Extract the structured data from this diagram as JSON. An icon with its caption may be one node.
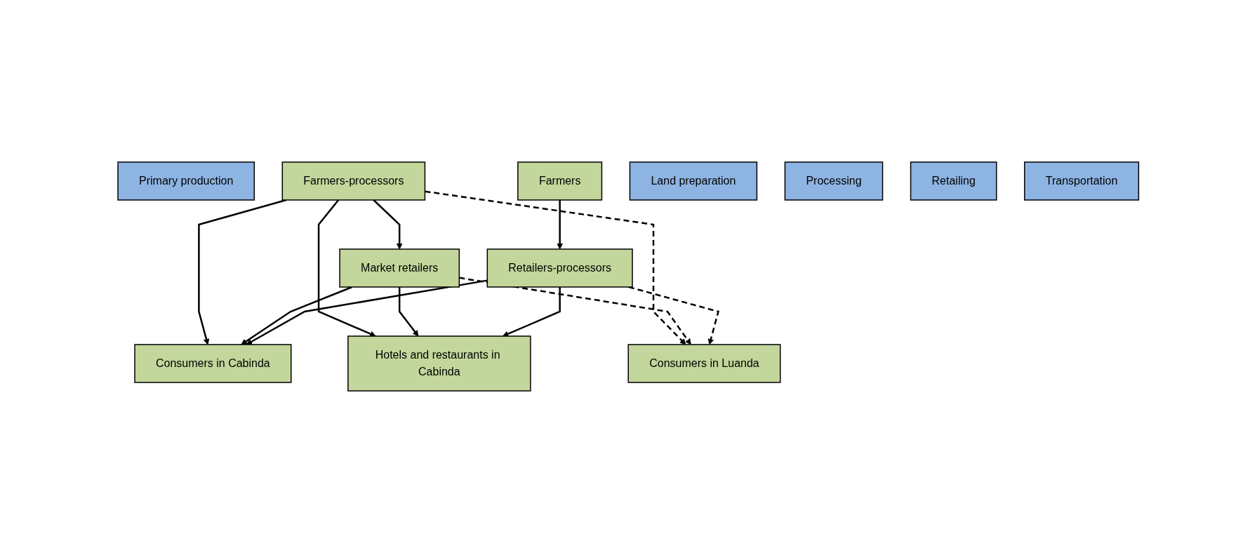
{
  "diagram": {
    "nodes": [
      {
        "text": [
          "Primary production"
        ]
      },
      {
        "text": [
          "Farmers-processors"
        ]
      },
      {
        "text": [
          "Farmers"
        ]
      },
      {
        "text": [
          "Retailers-processors"
        ]
      },
      {
        "text": [
          "Land preparation"
        ]
      },
      {
        "text": [
          "Processing"
        ]
      },
      {
        "text": [
          "Market retailers"
        ]
      },
      {
        "text": [
          "Retailing"
        ]
      },
      {
        "text": [
          "Transportation"
        ]
      },
      {
        "text": [
          "Consumers in Cabinda"
        ]
      },
      {
        "text": [
          "Hotels and restaurants in Cabinda"
        ]
      },
      {
        "text": [
          "Consumers in Luanda"
        ]
      }
    ],
    "edges": [
      {
        "from": 2,
        "to": 3,
        "arrow": "to"
      },
      {
        "from": 1,
        "to": 6,
        "arrow": "to"
      },
      {
        "from": 1,
        "to": 9,
        "arrow": "to"
      },
      {
        "from": 1,
        "to": 10,
        "arrow": "to"
      },
      {
        "from": 1,
        "to": 11,
        "arrow": "to",
        "style": "dashed"
      },
      {
        "from": 6,
        "to": 9,
        "arrow": "to"
      },
      {
        "from": 6,
        "to": 10,
        "arrow": "to"
      },
      {
        "from": 6,
        "to": 11,
        "arrow": "to",
        "style": "dashed"
      },
      {
        "from": 3,
        "to": 9,
        "arrow": "to"
      },
      {
        "from": 3,
        "to": 10,
        "arrow": "to"
      },
      {
        "from": 3,
        "to": 11,
        "arrow": "to",
        "style": "dashed"
      }
    ]
  }
}
